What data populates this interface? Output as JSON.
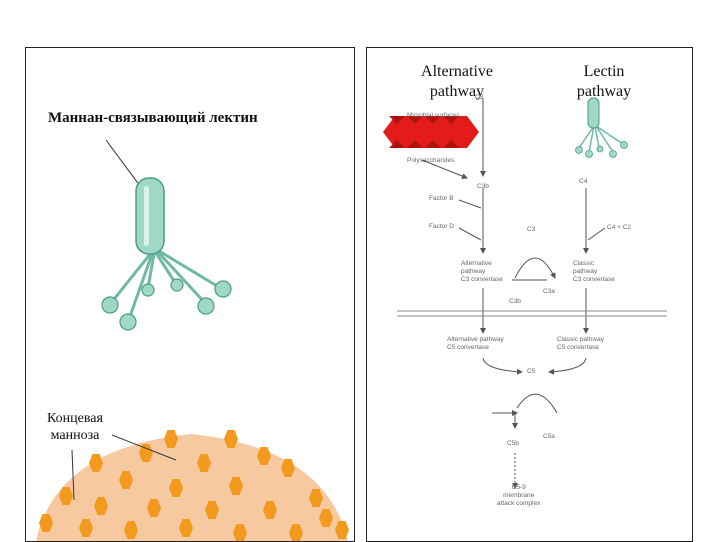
{
  "left": {
    "mbl_label": "Маннан-связывающий лектин",
    "mannose_label_line1": "Концевая",
    "mannose_label_line2": "манноза"
  },
  "right": {
    "alt_header_line1": "Alternative",
    "alt_header_line2": "pathway",
    "lectin_header_line1": "Lectin",
    "lectin_header_line2": "pathway",
    "labels": {
      "c3_top": "C3",
      "microbial": "Microbial surfaces",
      "polysacch": "Polysaccharides",
      "c3b": "C3b",
      "factor_b": "Factor B",
      "factor_d": "Factor D",
      "c3_mid": "C3",
      "c4": "C4",
      "c4c2": "C4 + C2",
      "alt_c3_conv_1": "Alternative",
      "alt_c3_conv_2": "pathway",
      "alt_c3_conv_3": "C3 convertase",
      "classic_c3_1": "Classic",
      "classic_c3_2": "pathway",
      "classic_c3_3": "C3 convertase",
      "c3a": "C3a",
      "c3b_mid": "C3b",
      "alt_c5_1": "Alternative pathway",
      "alt_c5_2": "C5 convertase",
      "classic_c5_1": "Classic pathway",
      "classic_c5_2": "C5 convertase",
      "c5": "C5",
      "c5b": "C5b",
      "c5a": "C5a",
      "mac_1": "C5-9",
      "mac_2": "membrane",
      "mac_3": "attack complex"
    }
  },
  "colors": {
    "mbl_fill": "#9fd8c7",
    "mbl_stroke": "#4a9c86",
    "cell_fill": "#f7c9a1",
    "mannose_fill": "#f39a1e",
    "arrow_red": "#e31b1b"
  }
}
